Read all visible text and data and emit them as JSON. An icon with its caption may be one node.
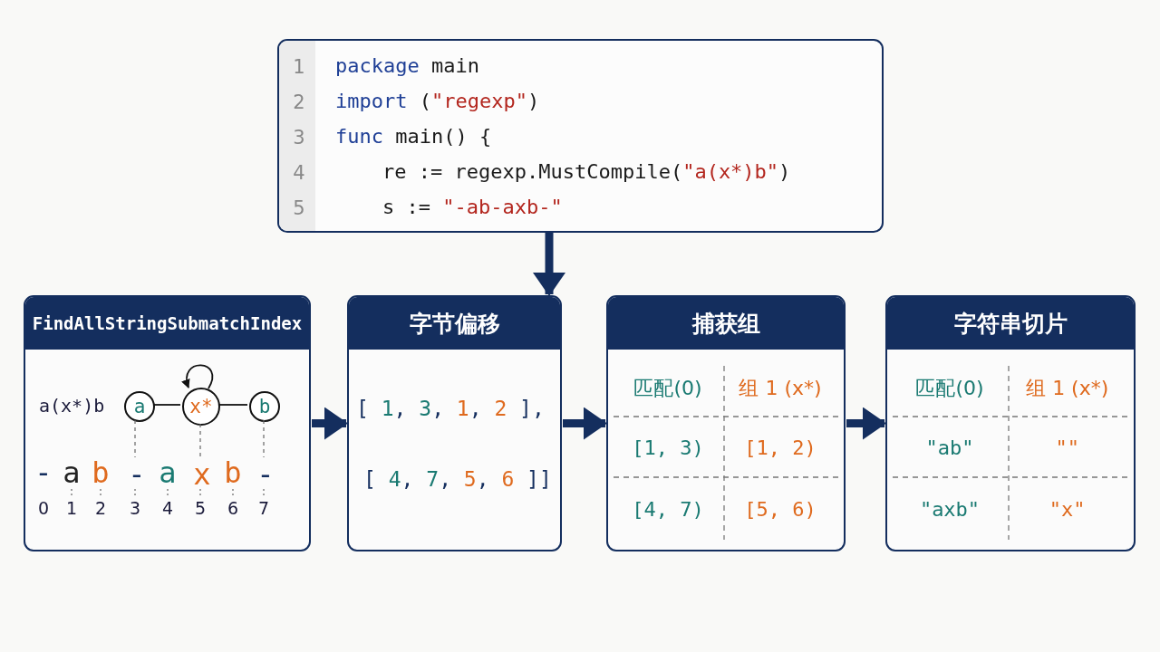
{
  "diagram": {
    "nodes": [
      {
        "text": [
          "package main",
          "import (\"regexp\")",
          "func main() {",
          "re := regexp.MustCompile(\"a(x*)b\")",
          "s := \"-ab-axb-\""
        ]
      },
      {
        "text": [
          "FindAllStringSubmatchIndex",
          "a(x*)b"
        ]
      },
      {
        "text": [
          "字节偏移",
          "[ 1, 3, 1, 2 ],",
          "[ 4, 7, 5, 6 ]]"
        ]
      },
      {
        "text": [
          "捕获组",
          "匹配(0)",
          "组 1 (x*)",
          "[1, 3)",
          "[1, 2)",
          "[4, 7)",
          "[5, 6)"
        ]
      },
      {
        "text": [
          "字符串切片",
          "匹配(0)",
          "组 1 (x*)",
          "\"ab\"",
          "\"\"",
          "\"axb\"",
          "\"x\""
        ]
      },
      {
        "text": [
          "a"
        ],
        "in": 1
      },
      {
        "text": [
          "x*"
        ],
        "in": 1
      },
      {
        "text": [
          "b"
        ],
        "in": 1
      },
      {
        "text": [
          "-"
        ],
        "in": 1
      },
      {
        "text": [
          "x"
        ],
        "in": 1
      },
      {
        "text": [
          "-"
        ],
        "in": 1
      }
    ],
    "edges": [
      {
        "from": 0,
        "to": 2,
        "arrow": "to",
        "style": "thick"
      },
      {
        "from": 1,
        "to": 2,
        "arrow": "to",
        "style": "thick"
      },
      {
        "from": 2,
        "to": 3,
        "arrow": "to",
        "style": "thick"
      },
      {
        "from": 3,
        "to": 4,
        "arrow": "to",
        "style": "thick"
      },
      {
        "from": 5,
        "to": 6,
        "arrow": "none",
        "color": "#111111"
      },
      {
        "from": 6,
        "to": 7,
        "arrow": "none",
        "color": "#111111"
      },
      {
        "from": 6,
        "to": 6,
        "arrow": "to",
        "color": "#111111"
      },
      {
        "from": 5,
        "to": 8,
        "arrow": "none",
        "style": "dashed",
        "color": "#666666"
      },
      {
        "from": 6,
        "to": 9,
        "arrow": "none",
        "style": "dashed",
        "color": "#666666"
      },
      {
        "from": 7,
        "to": 10,
        "arrow": "none",
        "style": "dashed",
        "color": "#666666"
      }
    ],
    "labels": [
      "1",
      "2",
      "3",
      "4",
      "5",
      "-",
      "a",
      "b",
      "a",
      "b",
      "0",
      "1",
      "2",
      "3",
      "4",
      "5",
      "6",
      "7"
    ]
  }
}
